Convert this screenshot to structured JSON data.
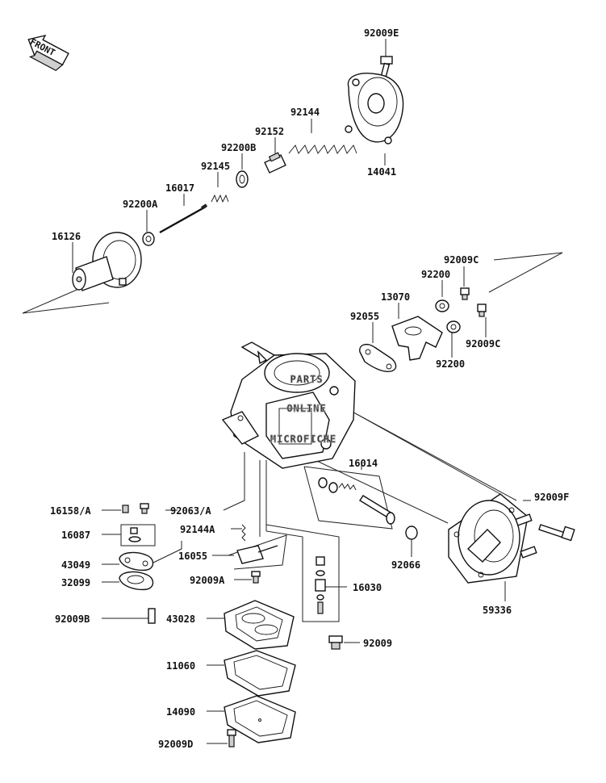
{
  "front_arrow": {
    "label": "FRONT"
  },
  "watermark": {
    "lines": [
      "PARTS",
      "ONLINE",
      "MICROFICHE"
    ]
  },
  "part_labels": [
    "92009E",
    "92144",
    "92152",
    "92200B",
    "14041",
    "92145",
    "16017",
    "92200A",
    "16126",
    "92009C",
    "92200",
    "13070",
    "92055",
    "92009C",
    "92200",
    "16014",
    "92009F",
    "16158/A",
    "92063/A",
    "16087",
    "92144A",
    "43049",
    "16055",
    "92009A",
    "92066",
    "32099",
    "16030",
    "59336",
    "92009B",
    "43028",
    "92009",
    "11060",
    "14090",
    "92009D"
  ]
}
